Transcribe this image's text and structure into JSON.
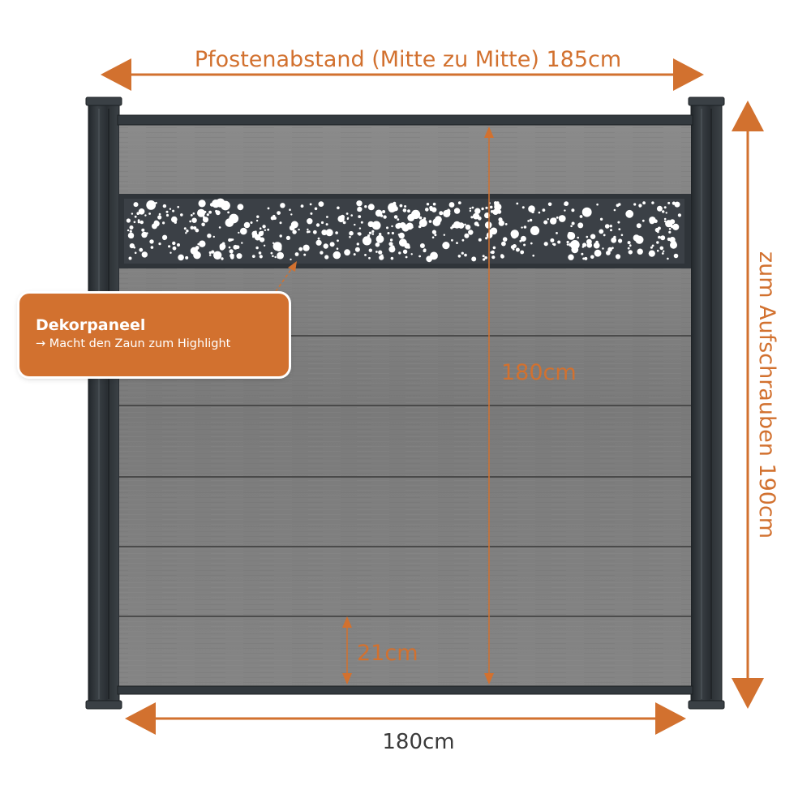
{
  "labels": {
    "post_spacing": "Pfostenabstand (Mitte zu Mitte) 185cm",
    "fence_width": "180cm",
    "fence_height": "180cm",
    "board_height": "21cm",
    "post_height": "zum Aufschrauben 190cm"
  },
  "callout": {
    "title": "Dekorpaneel",
    "subtitle": "→ Macht den Zaun zum Highlight"
  },
  "colors": {
    "accent": "#d2712f",
    "post": "#2e3338",
    "board": "#7d7d7d",
    "panel": "#3b4046"
  }
}
